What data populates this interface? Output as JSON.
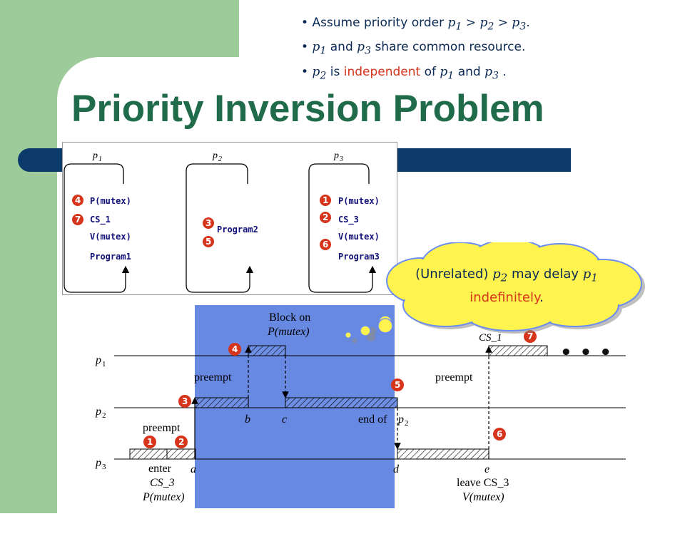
{
  "slide": {
    "title": "Priority Inversion Problem",
    "bullets": [
      {
        "a": "Assume priority order ",
        "b": "p",
        "b_sub": "1",
        "c": " > ",
        "d": "p",
        "d_sub": "2",
        "e": " > ",
        "f": "p",
        "f_sub": "3",
        "g": "."
      },
      {
        "a": "p",
        "a_sub": "1",
        "b": " and ",
        "c": "p",
        "c_sub": "3",
        "d": " share common resource."
      },
      {
        "a": "p",
        "a_sub": "2",
        "b": " is ",
        "c": "independent",
        "d": " of ",
        "e": "p",
        "e_sub": "1",
        "f": " and ",
        "g": "p",
        "g_sub": "3",
        "h": " ."
      }
    ]
  },
  "code": {
    "p1": {
      "name": "p",
      "sub": "1",
      "lines": [
        "P(mutex)",
        "CS_1",
        "V(mutex)",
        "Program1"
      ],
      "badges": [
        "4",
        "7"
      ]
    },
    "p2": {
      "name": "p",
      "sub": "2",
      "lines": [
        "Program2"
      ],
      "badges": [
        "3",
        "5"
      ]
    },
    "p3": {
      "name": "p",
      "sub": "3",
      "lines": [
        "P(mutex)",
        "CS_3",
        "V(mutex)",
        "Program3"
      ],
      "badges": [
        "1",
        "2",
        "6"
      ]
    }
  },
  "callout": {
    "a": "(Unrelated) ",
    "b": "p",
    "b_sub": "2",
    "c": " may delay ",
    "d": "p",
    "d_sub": "1",
    "e": " indefinitely",
    "f": "."
  },
  "timeline": {
    "rows": [
      {
        "p": "p",
        "sub": "1"
      },
      {
        "p": "p",
        "sub": "2"
      },
      {
        "p": "p",
        "sub": "3"
      }
    ],
    "block_label": [
      "Block on",
      "P(mutex)"
    ],
    "preempt": "preempt",
    "ticks": [
      "b",
      "c",
      "d",
      "e",
      "a"
    ],
    "end_of": "end of ",
    "end_of_p": "p",
    "end_of_sub": "2",
    "enter": [
      "enter",
      "CS_3",
      "P(mutex)"
    ],
    "leave": [
      "leave CS_3",
      "V(mutex)"
    ],
    "cs_label": "CS_1",
    "badges": [
      "1",
      "2",
      "3",
      "4",
      "5",
      "6",
      "7"
    ],
    "ellipsis": "• • •"
  },
  "colors": {
    "green": "#9dcc9a",
    "navy": "#0b3a6b",
    "title": "#1f6b4a",
    "badge": "#d6341b",
    "highlight": "#5b7fe0",
    "cloud": "#fff44f"
  }
}
